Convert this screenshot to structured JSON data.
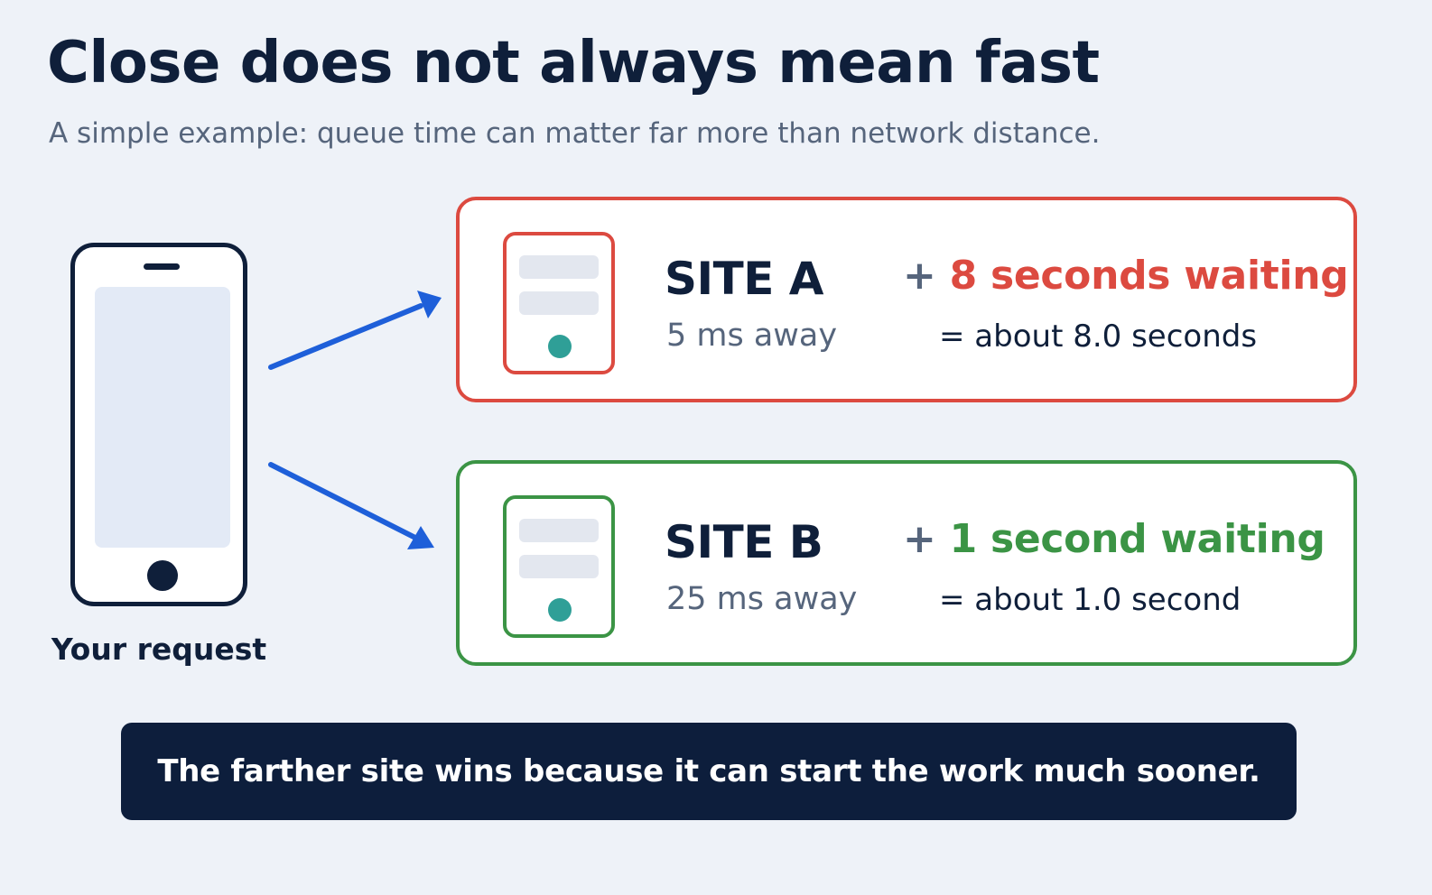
{
  "title": "Close does not always mean fast",
  "subtitle": "A simple example: queue time can matter far more than network distance.",
  "phone": {
    "label": "Your request"
  },
  "sites": [
    {
      "name": "SITE A",
      "distance": "5 ms away",
      "waiting_prefix": "+",
      "waiting": "8 seconds waiting",
      "total": "= about 8.0 seconds",
      "color": "#dc4a40"
    },
    {
      "name": "SITE B",
      "distance": "25 ms away",
      "waiting_prefix": "+",
      "waiting": "1 second waiting",
      "total": "= about 1.0 second",
      "color": "#3b9445"
    }
  ],
  "conclusion": "The farther site wins because it can start the work much sooner.",
  "colors": {
    "background": "#eef2f8",
    "ink": "#0f1f3a",
    "muted": "#56657c",
    "arrow": "#1e5fd9",
    "server_led": "#2f9f97",
    "banner": "#0d1e3c"
  }
}
